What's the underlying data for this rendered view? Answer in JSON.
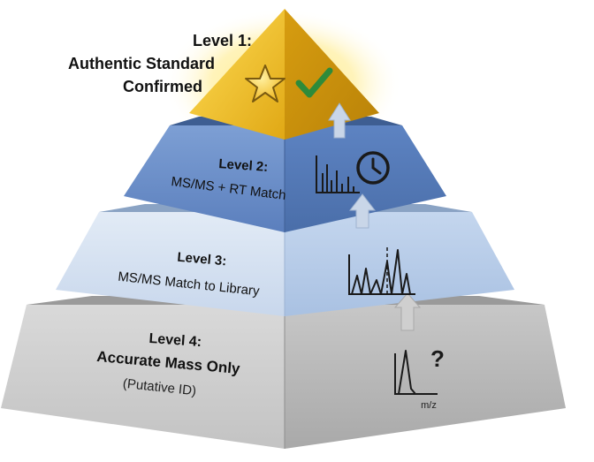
{
  "levels": [
    {
      "id": "level1",
      "title": "Level 1:",
      "lines": [
        "Authentic Standard",
        "Confirmed"
      ],
      "icons": [
        "star-icon",
        "checkmark-icon"
      ]
    },
    {
      "id": "level2",
      "title": "Level 2:",
      "lines": [
        "MS/MS + RT Match"
      ],
      "icons": [
        "ms-ms-spectrum-icon",
        "clock-icon"
      ]
    },
    {
      "id": "level3",
      "title": "Level 3:",
      "lines": [
        "MS/MS Match to Library"
      ],
      "icons": [
        "ms-ms-library-spectrum-icon"
      ]
    },
    {
      "id": "level4",
      "title": "Level 4:",
      "lines": [
        "Accurate Mass Only",
        "(Putative ID)"
      ],
      "icons": [
        "single-peak-spectrum-icon",
        "question-mark-icon"
      ],
      "axis_label": "m/z"
    }
  ],
  "colors": {
    "level1_gold": "#e8b51a",
    "level2_blue": "#5b82c0",
    "level3_lightblue": "#c9d9ee",
    "level4_gray": "#c8c8c8",
    "checkmark_green": "#2e8b3a",
    "arrow": "#c5d3e6"
  }
}
